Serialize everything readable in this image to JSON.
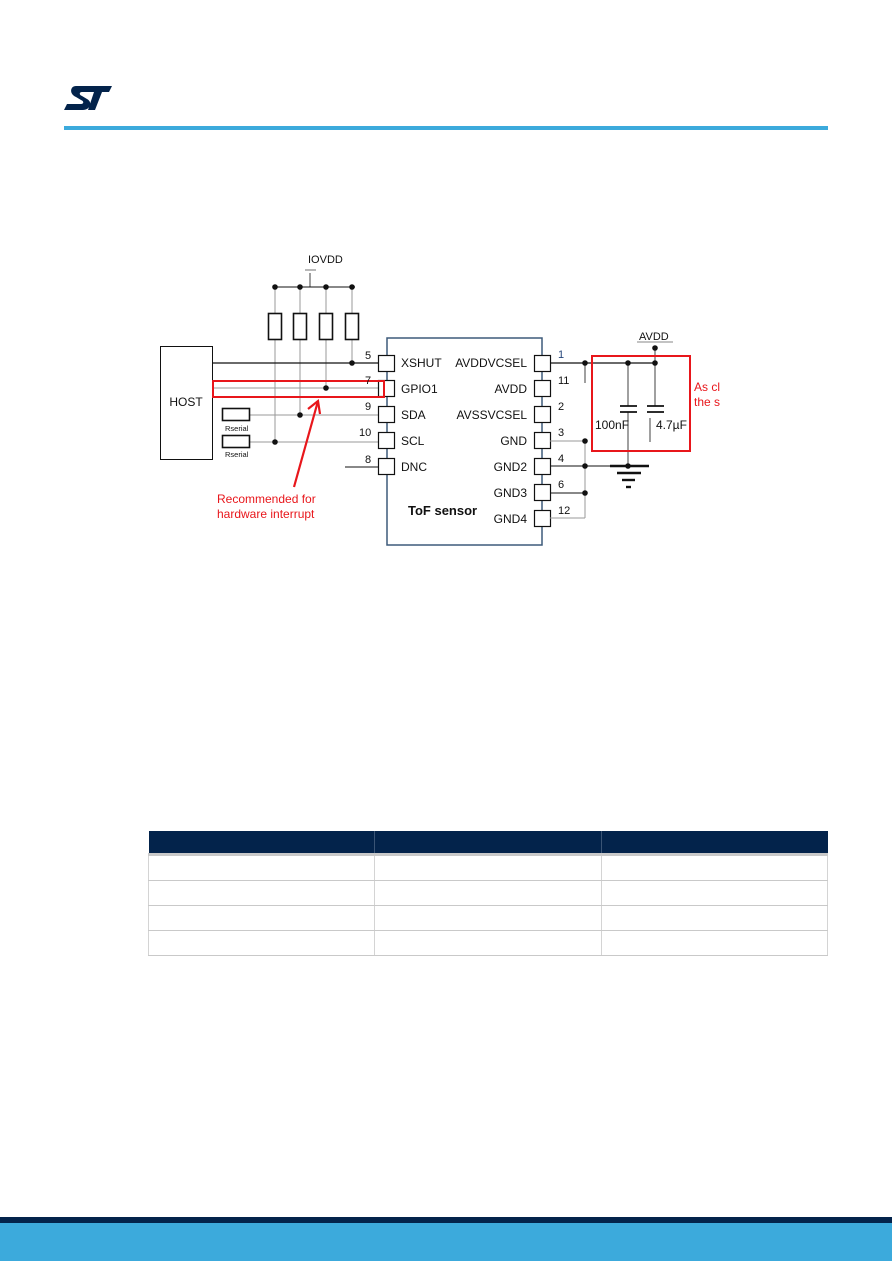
{
  "colors": {
    "accent": "#3caadc",
    "brand_dark": "#03234b",
    "annotation_red": "#e8161b",
    "wire": "#111111",
    "chip_outline": "#3d5a7a",
    "pin_number": "#26467a"
  },
  "header": {
    "logo_icon": "st-logo-icon"
  },
  "schematic": {
    "host_label": "HOST",
    "iovdd_label": "IOVDD",
    "avdd_label": "AVDD",
    "chip_label": "ToF sensor",
    "rserial_top": "Rserial",
    "rserial_bottom": "Rserial",
    "left_pins": [
      {
        "number": "5",
        "name": "XSHUT"
      },
      {
        "number": "7",
        "name": "GPIO1"
      },
      {
        "number": "9",
        "name": "SDA"
      },
      {
        "number": "10",
        "name": "SCL"
      },
      {
        "number": "8",
        "name": "DNC"
      }
    ],
    "right_pins": [
      {
        "number": "1",
        "name": "AVDDVCSEL"
      },
      {
        "number": "11",
        "name": "AVDD"
      },
      {
        "number": "2",
        "name": "AVSSVCSEL"
      },
      {
        "number": "3",
        "name": "GND"
      },
      {
        "number": "4",
        "name": "GND2"
      },
      {
        "number": "6",
        "name": "GND3"
      },
      {
        "number": "12",
        "name": "GND4"
      }
    ],
    "cap1_label": "100nF",
    "cap2_label": "4.7µF",
    "note_interrupt_line1": "Recommended for",
    "note_interrupt_line2": "hardware interrupt",
    "note_close_line1": "As close as possible of",
    "note_close_line2": "the sensor"
  },
  "table": {
    "headers": [
      "",
      "",
      ""
    ],
    "rows": [
      [
        "",
        "",
        ""
      ],
      [
        "",
        "",
        ""
      ],
      [
        "",
        "",
        ""
      ],
      [
        "",
        "",
        ""
      ]
    ]
  }
}
